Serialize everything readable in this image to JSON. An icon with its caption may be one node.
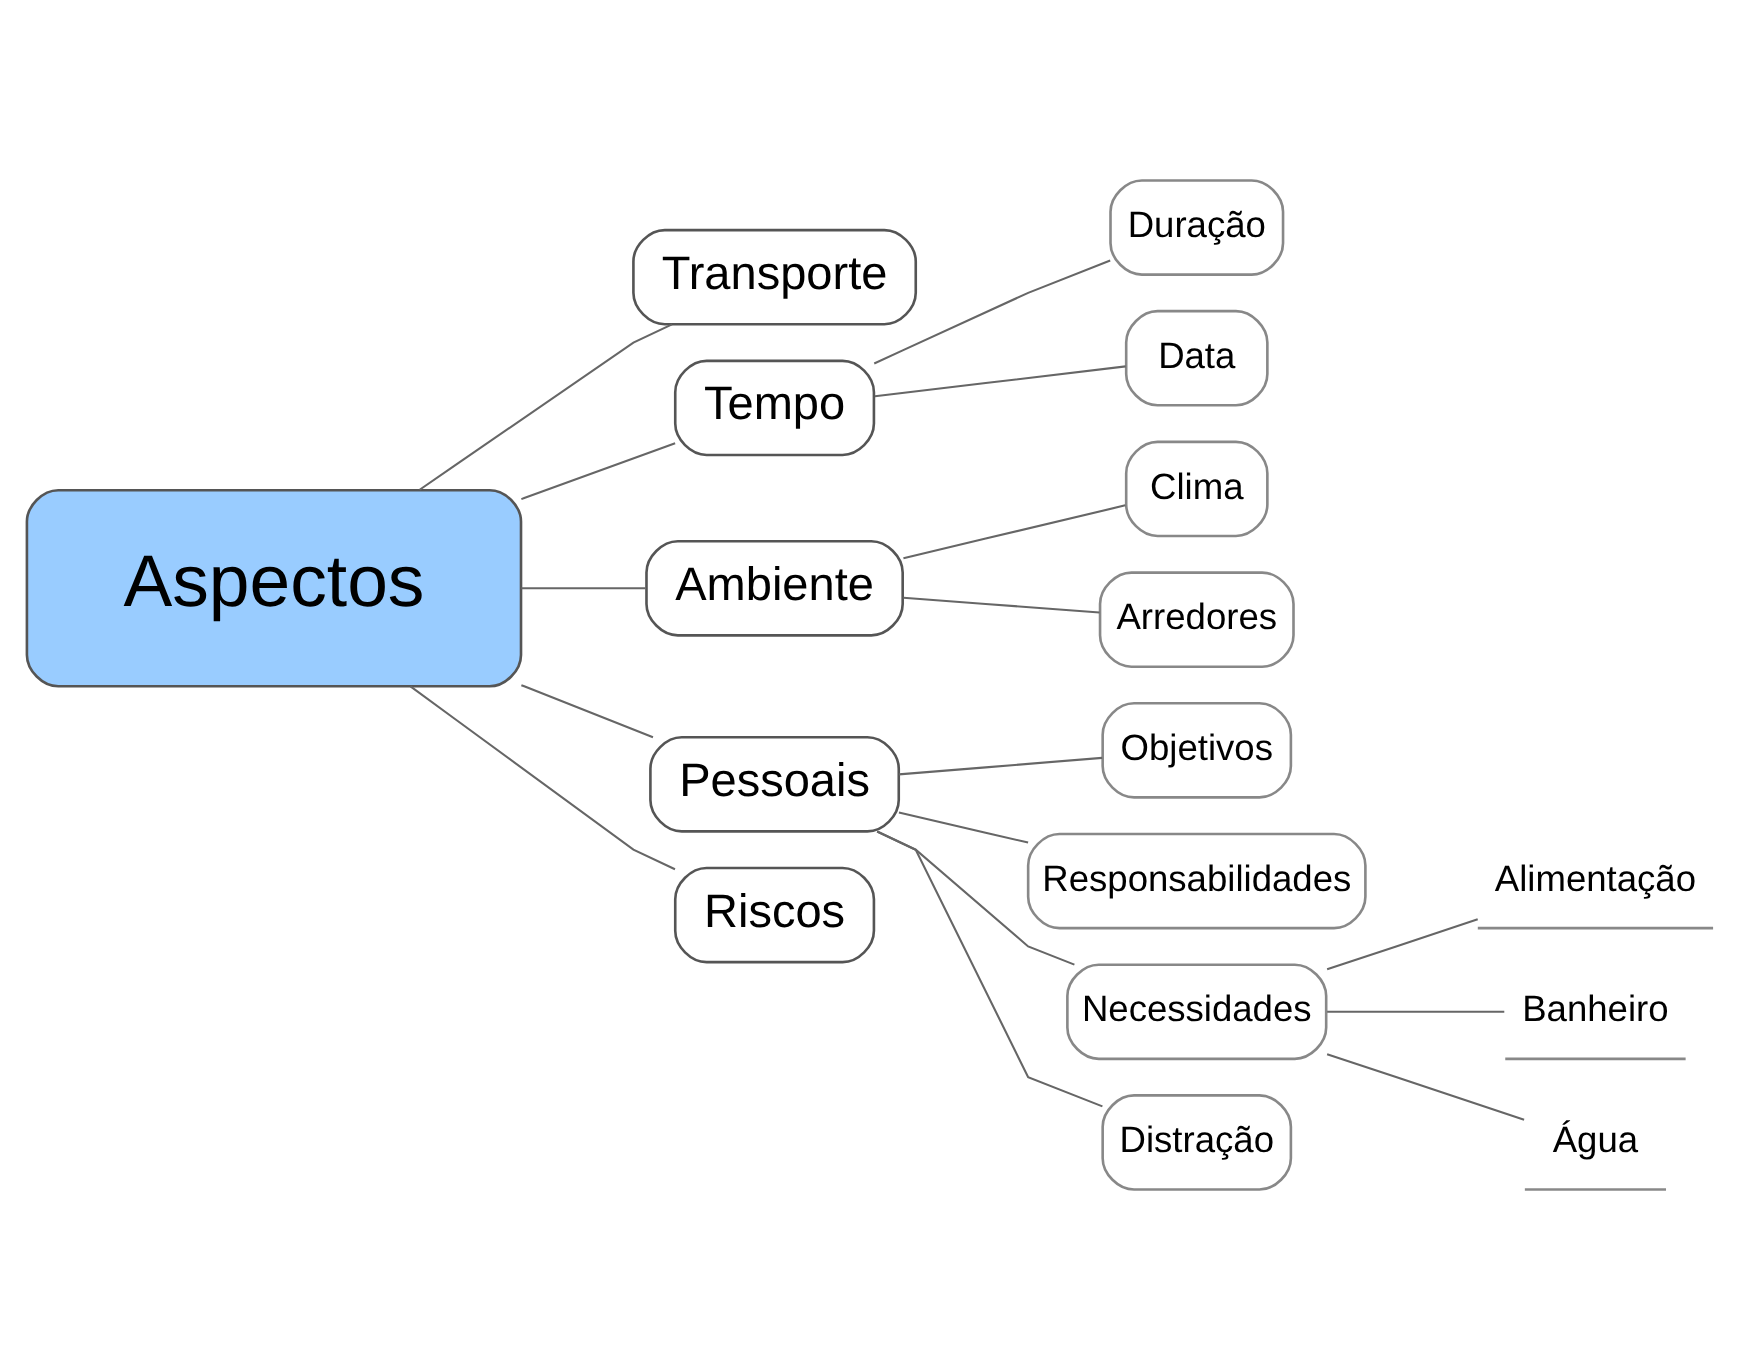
{
  "diagram": {
    "nodes": [
      {
        "text": [
          "Aspectos"
        ]
      },
      {
        "text": [
          "Transporte"
        ]
      },
      {
        "text": [
          "Tempo"
        ]
      },
      {
        "text": [
          "Duração"
        ]
      },
      {
        "text": [
          "Data"
        ]
      },
      {
        "text": [
          "Ambiente"
        ]
      },
      {
        "text": [
          "Clima"
        ]
      },
      {
        "text": [
          "Arredores"
        ]
      },
      {
        "text": [
          "Pessoais"
        ]
      },
      {
        "text": [
          "Objetivos"
        ]
      },
      {
        "text": [
          "Responsabilidades"
        ]
      },
      {
        "text": [
          "Necessidades"
        ]
      },
      {
        "text": [
          "Alimentação"
        ]
      },
      {
        "text": [
          "Banheiro"
        ]
      },
      {
        "text": [
          "Água"
        ]
      },
      {
        "text": [
          "Distração"
        ]
      },
      {
        "text": [
          "Riscos"
        ]
      }
    ],
    "edges": [
      {
        "from": 0,
        "to": 1,
        "arrow": "none"
      },
      {
        "from": 0,
        "to": 2,
        "arrow": "none"
      },
      {
        "from": 2,
        "to": 3,
        "arrow": "none"
      },
      {
        "from": 2,
        "to": 4,
        "arrow": "none"
      },
      {
        "from": 0,
        "to": 5,
        "arrow": "none"
      },
      {
        "from": 5,
        "to": 6,
        "arrow": "none"
      },
      {
        "from": 5,
        "to": 7,
        "arrow": "none"
      },
      {
        "from": 0,
        "to": 8,
        "arrow": "none"
      },
      {
        "from": 8,
        "to": 9,
        "arrow": "none"
      },
      {
        "from": 8,
        "to": 10,
        "arrow": "none"
      },
      {
        "from": 8,
        "to": 11,
        "arrow": "none"
      },
      {
        "from": 11,
        "to": 12,
        "arrow": "none"
      },
      {
        "from": 11,
        "to": 13,
        "arrow": "none"
      },
      {
        "from": 11,
        "to": 14,
        "arrow": "none"
      },
      {
        "from": 8,
        "to": 15,
        "arrow": "none"
      },
      {
        "from": 0,
        "to": 16,
        "arrow": "none"
      }
    ]
  }
}
